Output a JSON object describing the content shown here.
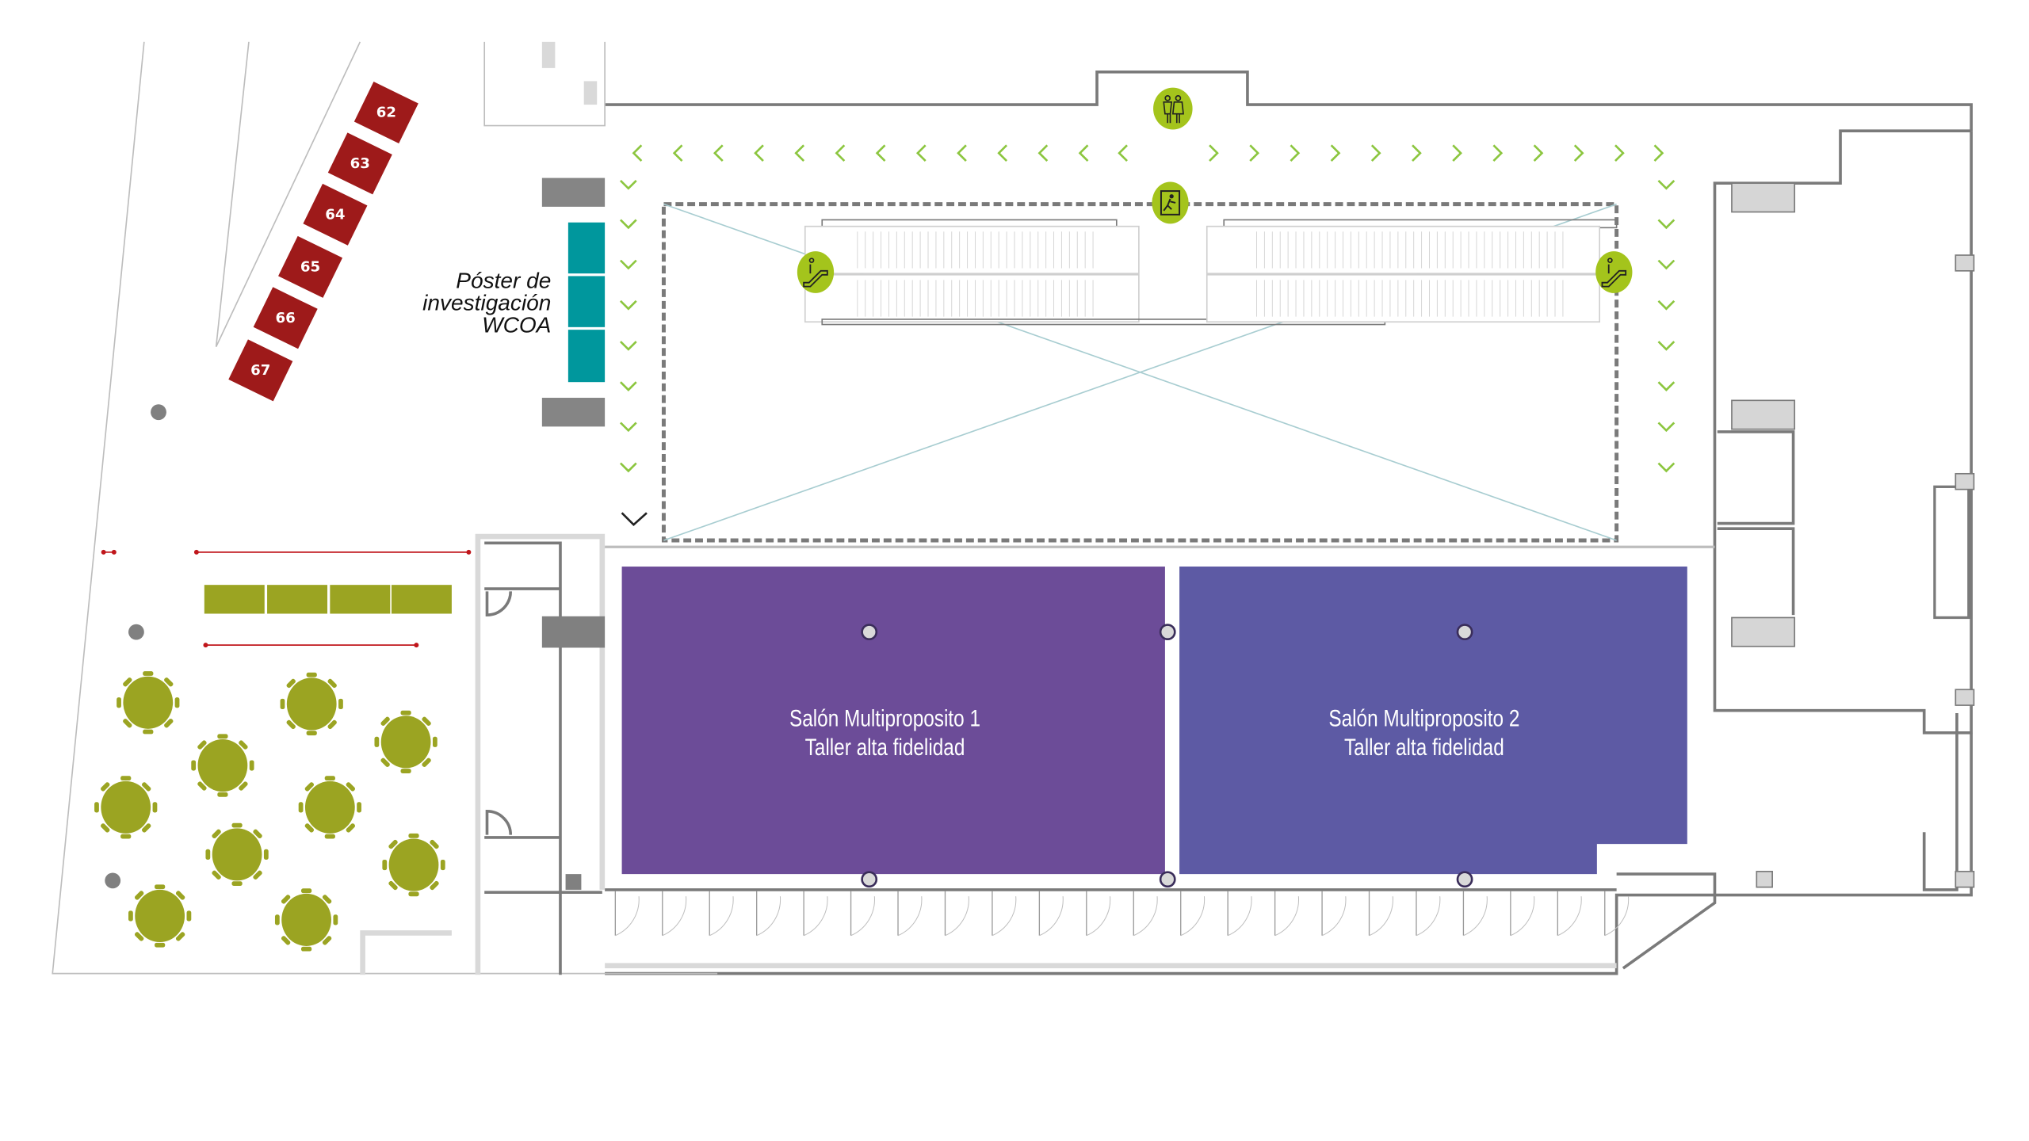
{
  "booths": {
    "color": "#9e1a1a",
    "numbers": [
      "62",
      "63",
      "64",
      "65",
      "66",
      "67"
    ]
  },
  "poster_area": {
    "label_lines": [
      "Póster de",
      "investigación",
      "WCOA"
    ],
    "color": "#00979d"
  },
  "salons": [
    {
      "name": "Salón Multiproposito 1",
      "subtitle": "Taller alta fidelidad",
      "color": "#6c4c98"
    },
    {
      "name": "Salón Multiproposito 2",
      "subtitle": "Taller alta fidelidad",
      "color": "#5d5aa4"
    }
  ],
  "icons": {
    "restroom": "restroom-icon",
    "exit": "emergency-exit-icon",
    "escalator": "escalator-icon",
    "accent": "#a4c41c"
  },
  "furniture": {
    "table_color": "#9ba422",
    "counter_color": "#9ba422",
    "barrier_color": "#c0161b"
  },
  "path_arrow_color": "#8cc63f"
}
